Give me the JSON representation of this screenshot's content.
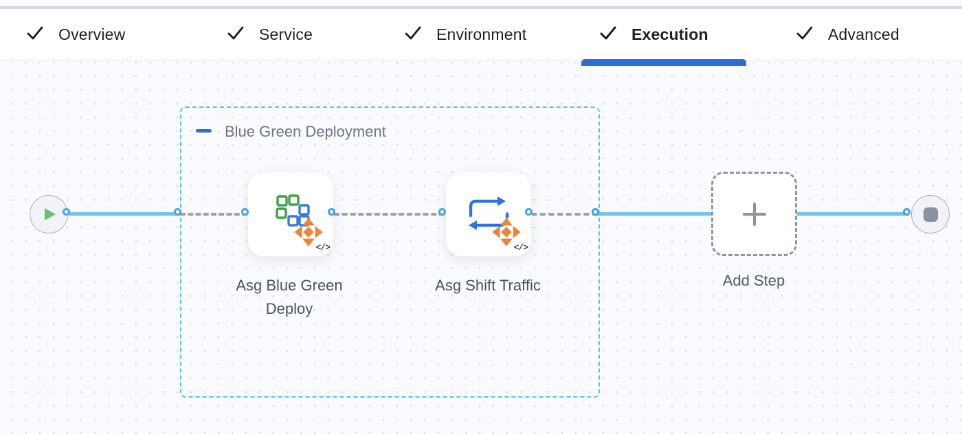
{
  "tabs": {
    "items": [
      {
        "label": "Overview",
        "active": false
      },
      {
        "label": "Service",
        "active": false
      },
      {
        "label": "Environment",
        "active": false
      },
      {
        "label": "Execution",
        "active": true
      },
      {
        "label": "Advanced",
        "active": false
      }
    ]
  },
  "canvas": {
    "group": {
      "title": "Blue Green Deployment"
    },
    "steps": [
      {
        "name": "Asg Blue Green Deploy",
        "icon": "asg-blue-green-deploy-icon",
        "code_badge": "</>"
      },
      {
        "name": "Asg Shift Traffic",
        "icon": "asg-shift-traffic-icon",
        "code_badge": "</>"
      }
    ],
    "add_step_label": "Add Step"
  },
  "icons": {
    "tab-check-icon": "checkmark",
    "start-node-play-icon": "play-triangle",
    "end-node-stop-icon": "stop-square",
    "group-collapse-icon": "minus-bar",
    "move-handle-icon": "four-way-arrows",
    "add-step-plus-icon": "plus",
    "code-icon": "</>"
  },
  "colors": {
    "tab_active_underline": "#2e6ed5",
    "tab_text": "#1d2125",
    "link_solid_blue": "#71c2ee",
    "link_dashed_gray": "#9aa0ac",
    "port_blue": "#42a3e6",
    "group_border_cyan": "#58c0ea",
    "group_title_gray": "#6d7487",
    "node_fill": "#f2f2f9",
    "node_border": "#a6aaba",
    "play_green": "#6cc06c",
    "stop_gray": "#8b91a3",
    "icon_green": "#43a047",
    "icon_blue": "#3b78dc",
    "icon_orange": "#e8873c",
    "add_step_gray": "#8e94a2",
    "step_label_text": "#4c5260",
    "canvas_bg": "#fafbfe",
    "dot_grid": "#d9dde5"
  }
}
